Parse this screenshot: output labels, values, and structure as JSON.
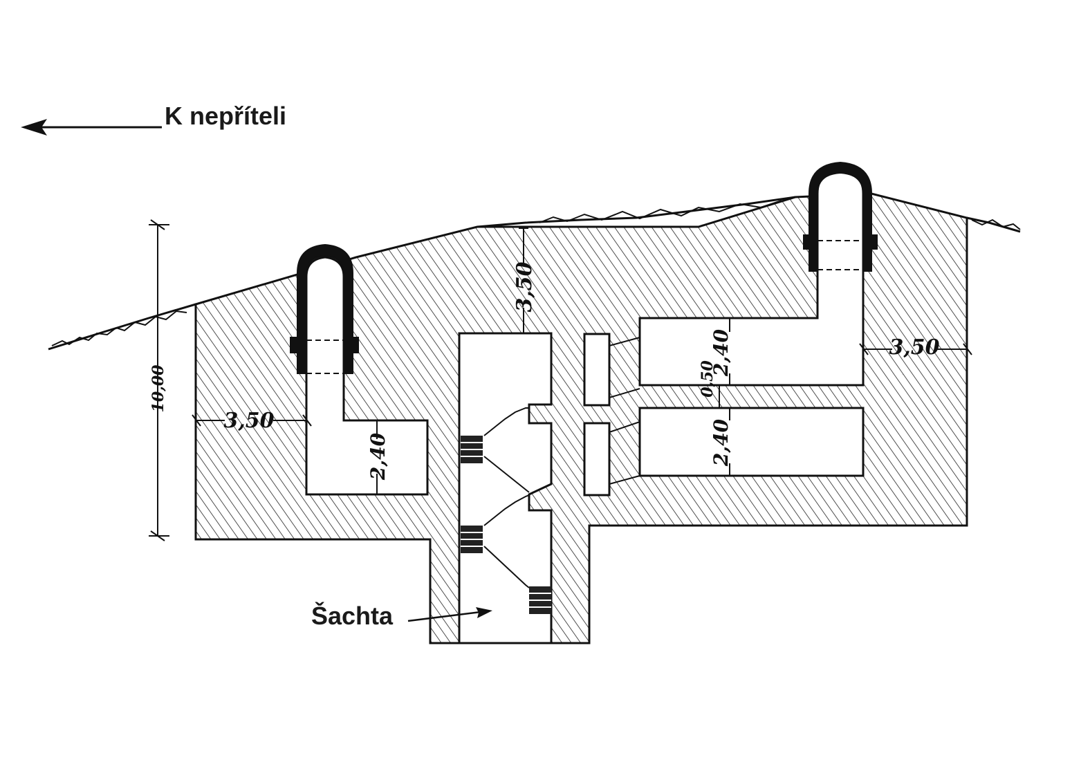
{
  "labels": {
    "direction": "K nepříteli",
    "shaft": "Šachta"
  },
  "dimensions": {
    "total_height": "10,00",
    "left_wall": "3,50",
    "top_cover": "3,50",
    "right_wall": "3,50",
    "left_room_height": "2,40",
    "upper_right_room_height": "2,40",
    "lower_right_room_height": "2,40",
    "slab": "0,50"
  },
  "colors": {
    "ink": "#111111",
    "background": "#ffffff"
  }
}
